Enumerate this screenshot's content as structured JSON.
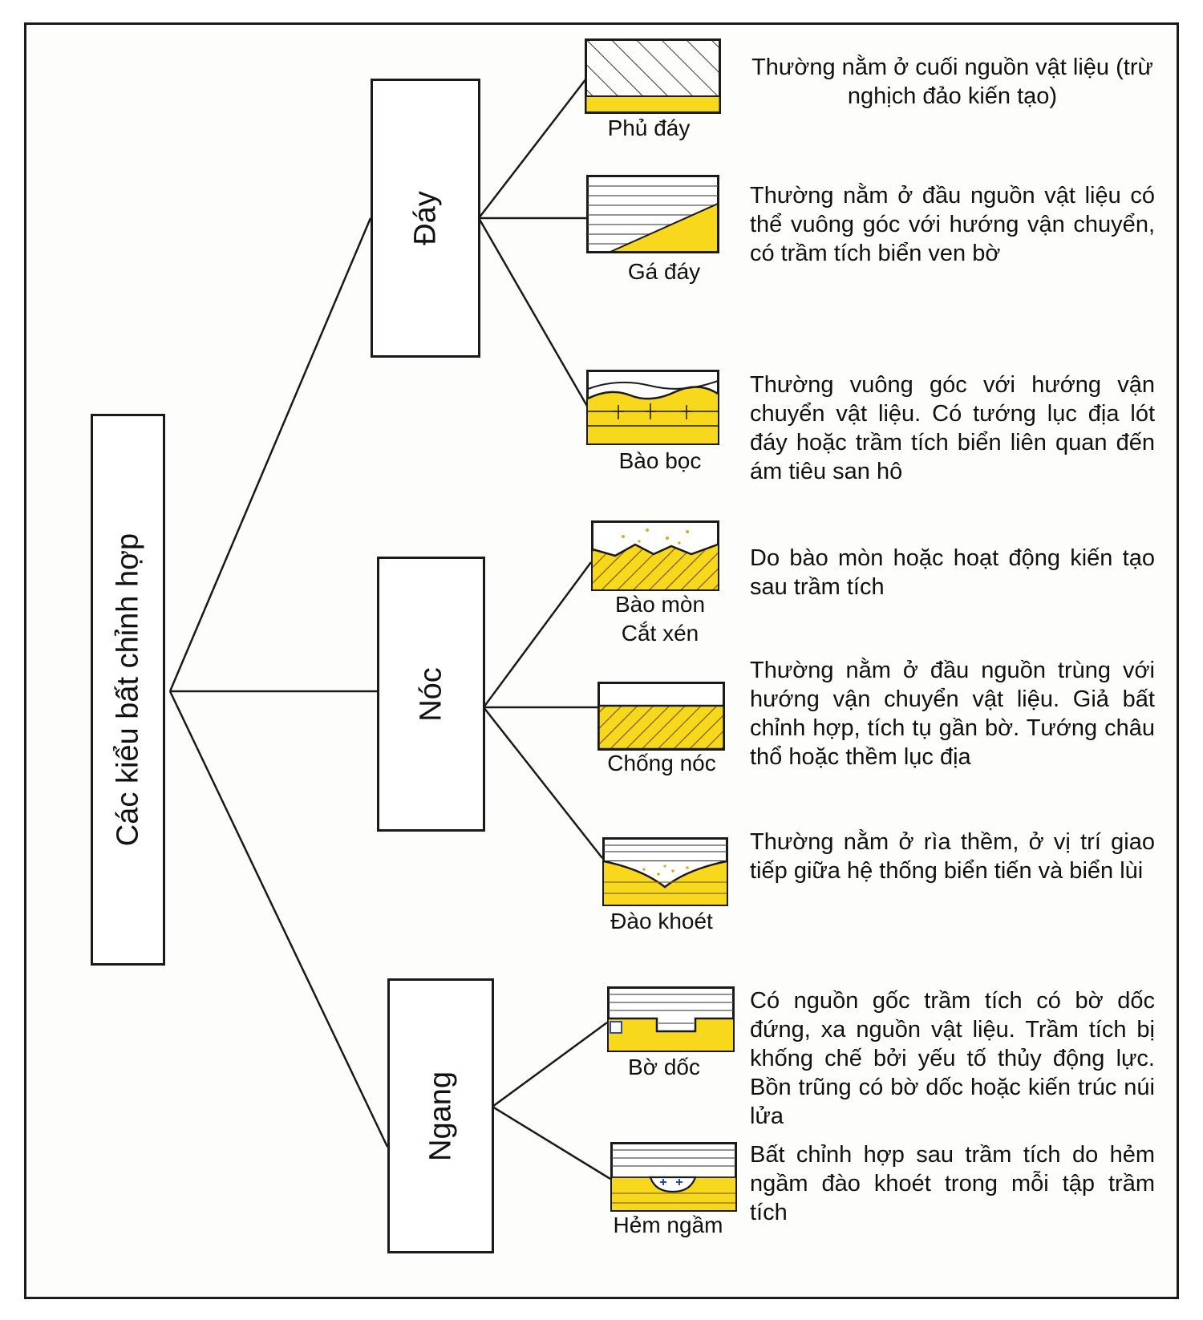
{
  "root": {
    "label": "Các kiểu bất chỉnh hợp"
  },
  "groups": [
    {
      "id": "day",
      "label": "Đáy"
    },
    {
      "id": "noc",
      "label": "Nóc"
    },
    {
      "id": "ngang",
      "label": "Ngang"
    }
  ],
  "types": [
    {
      "name": "Phủ đáy",
      "description": "Thường nằm ở cuối nguồn vật liệu (trừ nghịch đảo kiến tạo)"
    },
    {
      "name": "Gá đáy",
      "description": "Thường nằm ở đầu nguồn vật liệu có thể vuông góc với hướng vận chuyển, có trầm tích biển ven bờ"
    },
    {
      "name": "Bào bọc",
      "description": "Thường vuông góc với hướng vận chuyển vật liệu. Có tướng lục địa lót đáy hoặc trầm tích biển liên quan đến ám tiêu san hô"
    },
    {
      "name_line1": "Bào mòn",
      "name_line2": "Cắt xén",
      "description": "Do bào mòn hoặc hoạt động kiến tạo sau trầm tích"
    },
    {
      "name": "Chống nóc",
      "description": "Thường nằm ở đầu nguồn trùng với hướng vận chuyển vật liệu. Giả bất chỉnh hợp, tích tụ gần bờ. Tướng châu thổ hoặc thềm lục địa"
    },
    {
      "name": "Đào khoét",
      "description": "Thường nằm ở rìa thềm, ở vị trí giao tiếp giữa hệ thống biển tiến và biển lùi"
    },
    {
      "name": "Bờ dốc",
      "description": "Có nguồn gốc trầm tích có bờ dốc đứng, xa nguồn vật liệu. Trầm tích bị khống chế bởi yếu tố thủy động lực. Bồn trũng có bờ dốc hoặc kiến trúc núi lửa"
    },
    {
      "name": "Hẻm ngầm",
      "description": "Bất chỉnh hợp sau trầm tích do hẻm ngầm đào khoét trong mỗi tập trầm tích"
    }
  ],
  "colors": {
    "sediment_yellow": "#f7d81c",
    "line": "#1a1a1a",
    "stratum_line": "#555555"
  }
}
